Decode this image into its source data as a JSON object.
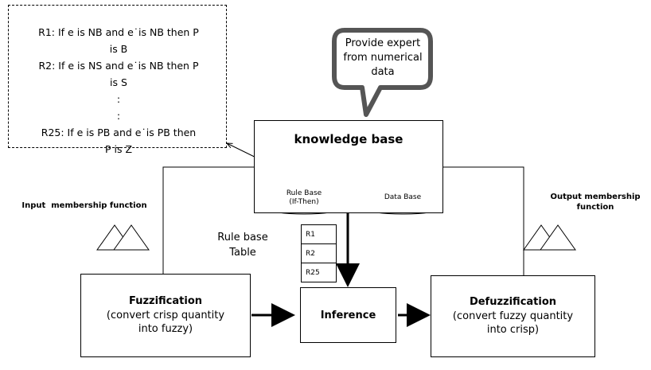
{
  "rules": {
    "lines": [
      "R1: If e is NB and e˙is NB then P\nis B",
      "R2: If e is NS and e˙is NB then P\nis S",
      ":",
      ":",
      "R25: If e is PB and e˙is PB then\nP is Z"
    ]
  },
  "callout": {
    "text": "Provide expert from numerical data"
  },
  "knowledge_base": {
    "title": "knowledge base",
    "rule_base_label": "Rule Base\n(If-Then)",
    "data_base_label": "Data Base"
  },
  "input_mf": {
    "label": "Input  membership function"
  },
  "output_mf": {
    "label": "Output  membership\nfunction"
  },
  "rule_table": {
    "label": "Rule base\nTable",
    "rows": [
      "R1",
      "R2",
      "R25"
    ]
  },
  "fuzzification": {
    "title": "Fuzzification",
    "subtitle": "(convert crisp quantity\ninto fuzzy)"
  },
  "inference": {
    "title": "Inference"
  },
  "defuzzification": {
    "title": "Defuzzification",
    "subtitle": "(convert fuzzy quantity\ninto crisp)"
  }
}
